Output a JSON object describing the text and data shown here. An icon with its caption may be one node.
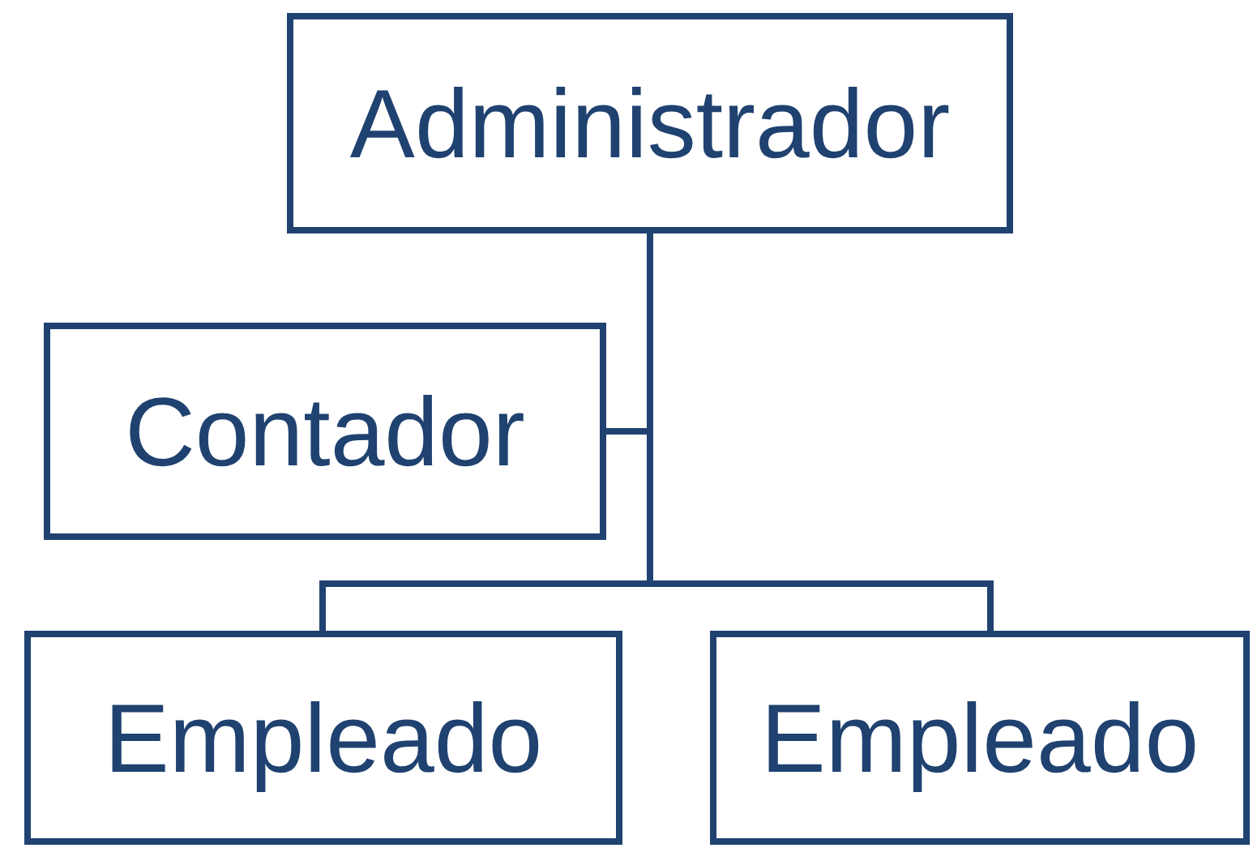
{
  "diagram": {
    "nodes": [
      {
        "text": [
          "Administrador"
        ]
      },
      {
        "text": [
          "Contador"
        ]
      },
      {
        "text": [
          "Empleado"
        ]
      },
      {
        "text": [
          "Empleado"
        ]
      }
    ],
    "edges": [
      {
        "from": 0,
        "to": 1,
        "arrow": "none"
      },
      {
        "from": 0,
        "to": 2,
        "arrow": "none"
      },
      {
        "from": 0,
        "to": 3,
        "arrow": "none"
      }
    ]
  }
}
